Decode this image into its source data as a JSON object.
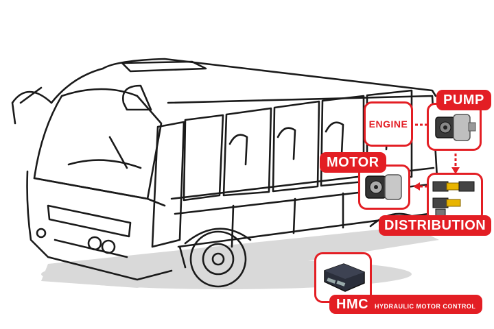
{
  "labels": {
    "engine": "ENGINE",
    "pump": "PUMP",
    "motor": "MOTOR",
    "distribution": "DISTRIBUTION",
    "hmc": "HMC",
    "hmc_subtitle": "HYDRAULIC MOTOR CONTROL"
  },
  "colors": {
    "accent": "#e31e24",
    "outline": "#1a1a1a",
    "shadow": "#d9d9d9"
  },
  "icons": [
    "bus-illustration",
    "pump-icon",
    "motor-icon",
    "valve-block-icon",
    "control-unit-icon",
    "arrow-icon"
  ]
}
